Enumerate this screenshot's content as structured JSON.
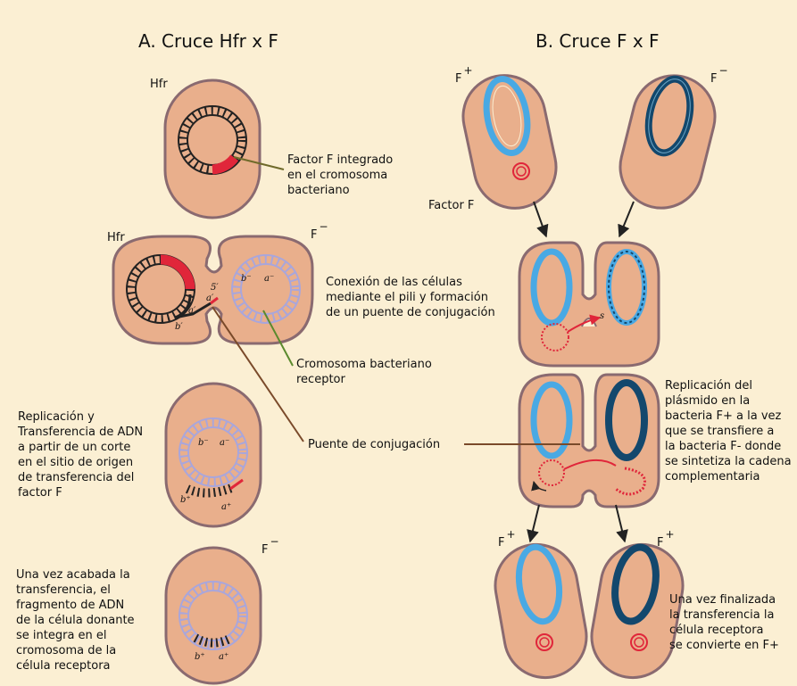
{
  "titles": {
    "a": "A. Cruce Hfr  x  F",
    "b": "B. Cruce F  x  F"
  },
  "labels": {
    "hfr": "Hfr",
    "f": "F",
    "minus": "−",
    "plus": "+",
    "factor_f": "Factor F",
    "b_prime": "b′",
    "a_prime": "a′",
    "b_minus": "b⁻",
    "a_minus": "a⁻",
    "b_plus": "b⁺",
    "a_plus": "a⁺",
    "five_prime": "5′",
    "s_label": "s"
  },
  "annotations": {
    "factor_f_integrated": [
      "Factor F integrado",
      "en el cromosoma",
      "bacteriano"
    ],
    "cromosoma_receptor": [
      "Cromosoma bacteriano",
      "receptor"
    ],
    "replicacion_transferencia": [
      "Replicación y",
      "Transferencia de ADN",
      "a partir de un corte",
      "en el sitio de origen",
      "de transferencia del",
      "factor F"
    ],
    "puente": "Puente de conjugación",
    "una_vez_acabada": [
      "Una vez acabada la",
      "transferencia, el",
      "fragmento de ADN",
      "de la célula donante",
      "se integra en el",
      "cromosoma de la",
      "célula receptora"
    ],
    "conexion": [
      "Conexión de las células",
      "mediante el pili y formación",
      "de un puente de conjugación"
    ],
    "replicacion_plasmido": [
      "Replicación del",
      "plásmido en la",
      "bacteria F+ a la vez",
      "que se transfiere a",
      "la bacteria F- donde",
      "se sintetiza la cadena",
      "complementaria"
    ],
    "una_vez_finalizada": [
      "Una vez finalizada",
      "la transferencia la",
      "célula receptora",
      "se convierte en F+"
    ]
  },
  "colors": {
    "background": "#FBEFD3",
    "cell_fill": "#E9AF8C",
    "cell_border": "#8A6A70",
    "chromosome_black": "#222222",
    "chromosome_lavender": "#A9A6DB",
    "factor_red": "#E0263A",
    "plasmid_light_blue": "#49A9E4",
    "plasmid_dark_blue": "#13486D",
    "pointer_olive": "#6F6A2A",
    "pointer_green": "#5B8A2E",
    "pointer_brown": "#7A4A2A"
  }
}
